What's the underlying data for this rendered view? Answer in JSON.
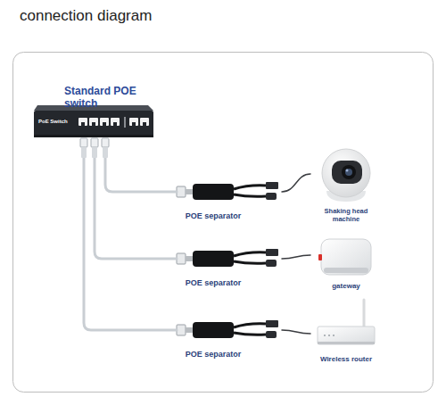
{
  "diagram": {
    "title": "connection diagram",
    "nodes": [
      {
        "text": [
          "Standard POE switch",
          "PoE Switch"
        ]
      },
      {
        "text": [
          "POE separator"
        ]
      },
      {
        "text": [
          "Shaking head machine"
        ]
      },
      {
        "text": [
          "POE separator"
        ]
      },
      {
        "text": [
          "gateway"
        ]
      },
      {
        "text": [
          "POE separator"
        ]
      },
      {
        "text": [
          "Wireless router"
        ]
      }
    ],
    "edges": [
      {
        "from": 0,
        "to": 1,
        "arrow": "none"
      },
      {
        "from": 0,
        "to": 3,
        "arrow": "none"
      },
      {
        "from": 0,
        "to": 5,
        "arrow": "none"
      },
      {
        "from": 1,
        "to": 2,
        "arrow": "none"
      },
      {
        "from": 3,
        "to": 4,
        "arrow": "none"
      },
      {
        "from": 5,
        "to": 6,
        "arrow": "none"
      }
    ]
  }
}
